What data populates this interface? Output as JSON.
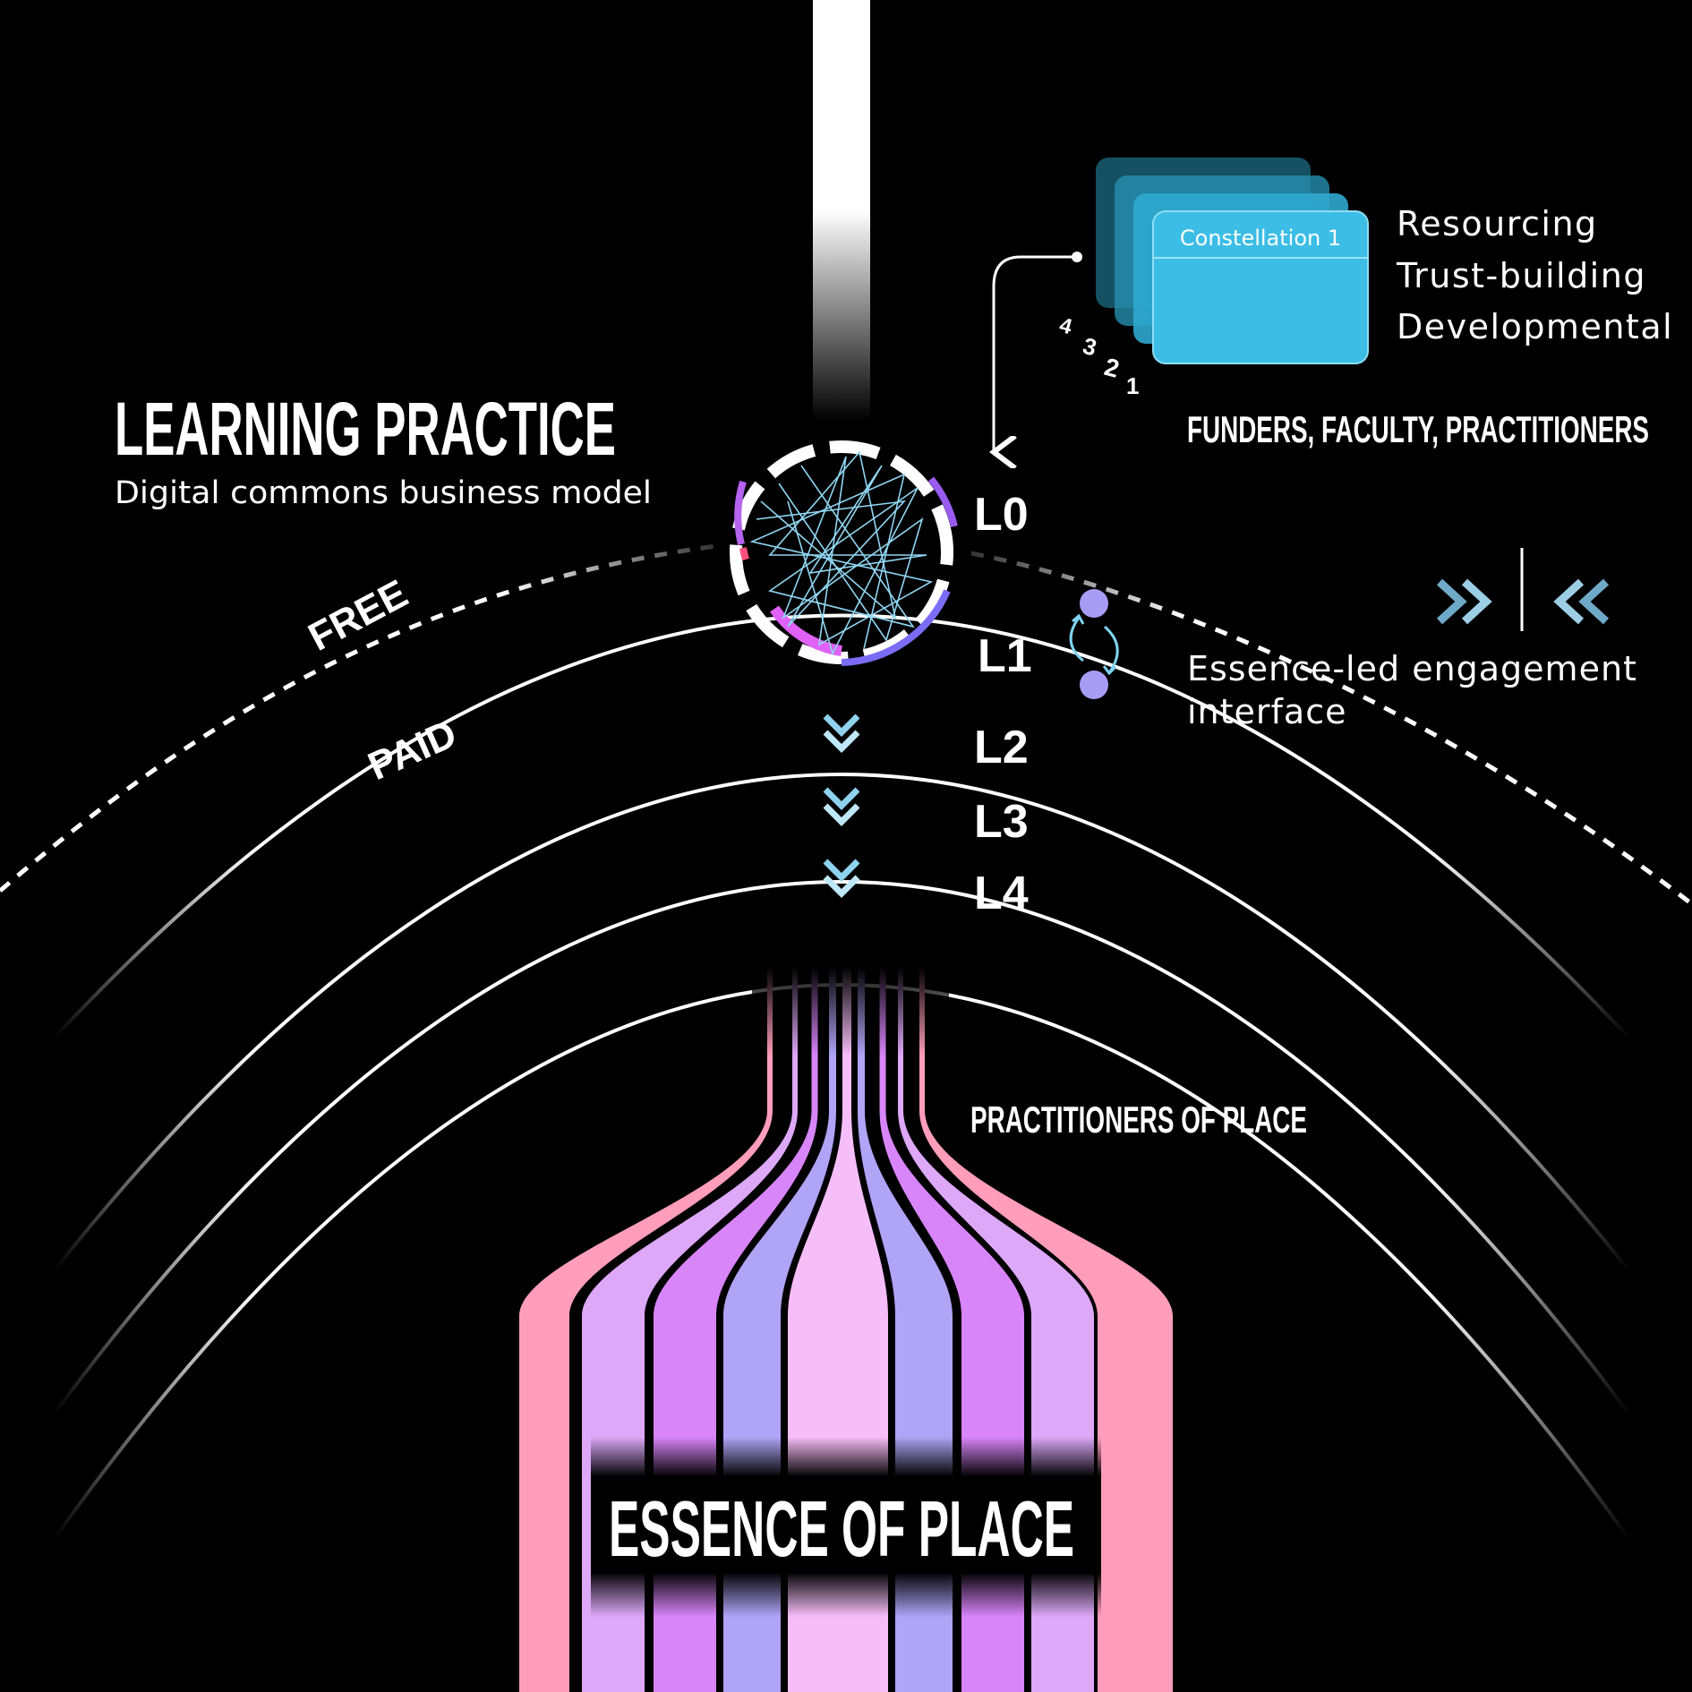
{
  "title": "LEARNING PRACTICE",
  "subtitle": "Digital commons business model",
  "tiers": {
    "free": "FREE",
    "paid": "PAID"
  },
  "levels": [
    "L0",
    "L1",
    "L2",
    "L3",
    "L4"
  ],
  "constellation": {
    "card_label": "Constellation 1",
    "stack_numbers": [
      "4",
      "3",
      "2",
      "1"
    ],
    "functions": [
      "Resourcing",
      "Trust-building",
      "Developmental"
    ],
    "audience": "FUNDERS, FACULTY, PRACTITIONERS"
  },
  "interface": {
    "label_line1": "Essence-led engagement",
    "label_line2": "interface"
  },
  "practitioners_label": "PRACTITIONERS OF PLACE",
  "essence_label": "ESSENCE OF PLACE",
  "colors": {
    "background": "#000000",
    "card": "#3BBDE6",
    "pink": "#FF9DBB",
    "lilac": "#DDA8F8",
    "magenta": "#D985FA",
    "periwinkle": "#AFA4F6",
    "light_pink": "#F6BEF8",
    "network_line": "#8FD6F2",
    "node": "#A89DF5",
    "chevron": "#8FD2EE"
  }
}
